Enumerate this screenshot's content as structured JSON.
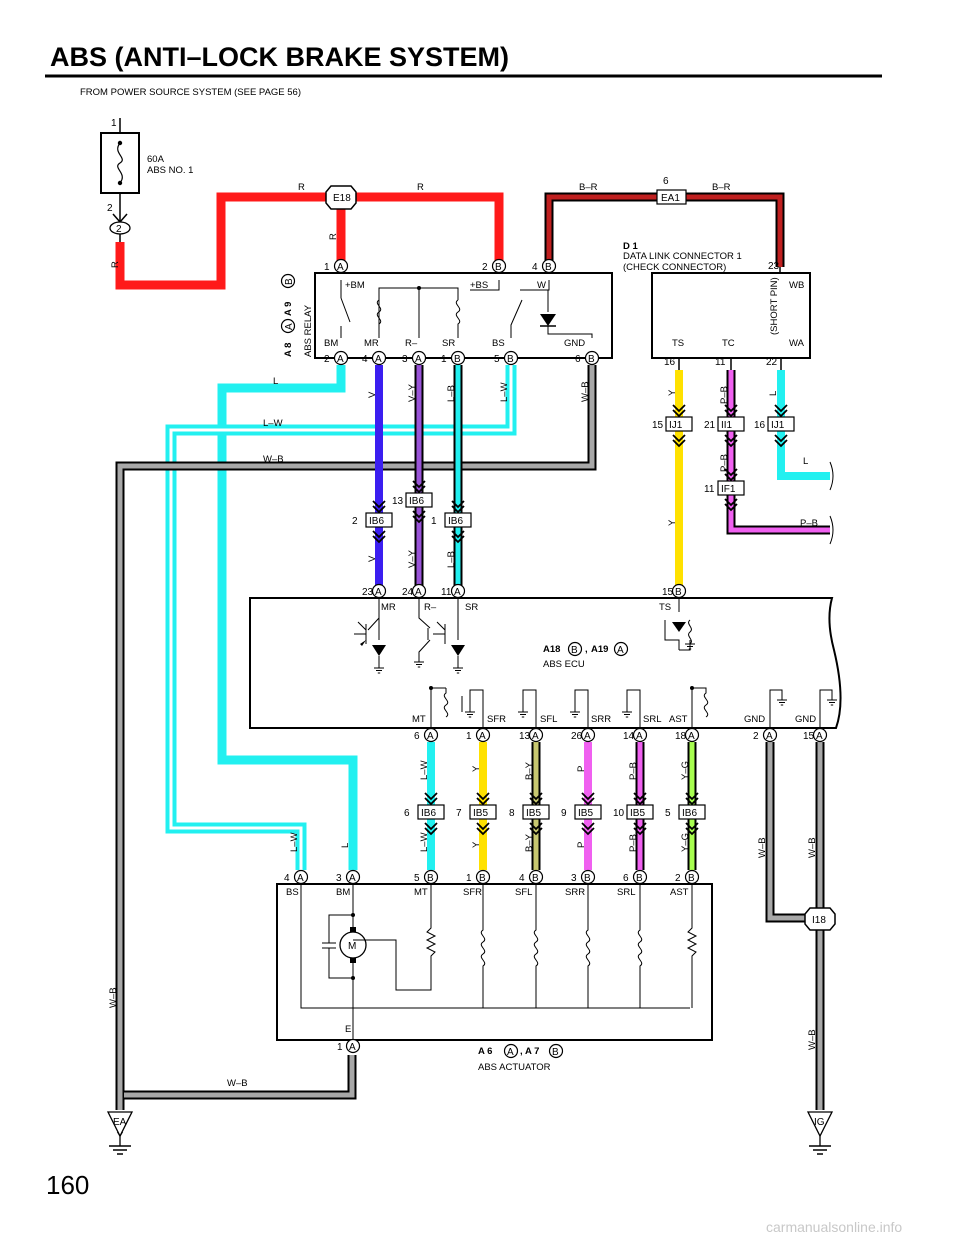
{
  "title": "ABS (ANTI–LOCK BRAKE SYSTEM)",
  "page_number": "160",
  "watermark": "carmanualsonline.info",
  "power_source_note": "FROM POWER SOURCE SYSTEM (SEE PAGE 56)",
  "colors": {
    "red": "#ff1a1a",
    "cyan": "#22f0f0",
    "blue": "#3b1ef0",
    "purple": "#9a54d8",
    "yellow": "#ffe100",
    "olive": "#c8c870",
    "pink": "#f060f0",
    "lightgreen": "#a8ff50",
    "gray": "#a8a8a8",
    "darkred": "#c02020"
  },
  "fuse": {
    "rating": "60A",
    "name": "ABS NO. 1",
    "pin_top": "1",
    "pin_bottom": "2",
    "connector": "2"
  },
  "connectors": {
    "E18": "E18",
    "EA1": "EA1",
    "EA1_pin": "6",
    "IB6": "IB6",
    "IB5": "IB5",
    "IJ1": "IJ1",
    "II1": "II1",
    "IF1": "IF1",
    "I18": "I18",
    "EA": "EA",
    "IG": "IG"
  },
  "relay": {
    "code_a": "A 8",
    "code_a_letter": "A",
    "code_b": "A 9",
    "code_b_letter": "B",
    "name": "ABS RELAY",
    "terminals_top": [
      "+BM",
      "+BS",
      "W"
    ],
    "terminals_bottom": [
      "BM",
      "MR",
      "R–",
      "SR",
      "BS",
      "GND"
    ],
    "pins_top": [
      {
        "num": "1",
        "letter": "A"
      },
      {
        "num": "2",
        "letter": "B"
      },
      {
        "num": "4",
        "letter": "B"
      }
    ],
    "pins_bottom": [
      {
        "num": "2",
        "letter": "A"
      },
      {
        "num": "4",
        "letter": "A"
      },
      {
        "num": "3",
        "letter": "A"
      },
      {
        "num": "1",
        "letter": "B"
      },
      {
        "num": "5",
        "letter": "B"
      },
      {
        "num": "6",
        "letter": "B"
      }
    ]
  },
  "dlc": {
    "code": "D 1",
    "name": "DATA LINK CONNECTOR 1",
    "sub": "(CHECK CONNECTOR)",
    "pin_top": "23",
    "terminal_top": "WB",
    "short_pin": "(SHORT PIN)",
    "terminals_bottom": [
      "TS",
      "TC",
      "WA"
    ],
    "pins_bottom": [
      "16",
      "11",
      "22"
    ]
  },
  "ecu": {
    "code_b": "A18",
    "letter_b": "B",
    "code_a": "A19",
    "letter_a": "A",
    "name": "ABS ECU",
    "terminals_top": [
      "MR",
      "R–",
      "SR",
      "TS"
    ],
    "pins_top": [
      {
        "num": "23",
        "letter": "A"
      },
      {
        "num": "24",
        "letter": "A"
      },
      {
        "num": "11",
        "letter": "A"
      },
      {
        "num": "15",
        "letter": "B"
      }
    ],
    "terminals_bottom": [
      "MT",
      "SFR",
      "SFL",
      "SRR",
      "SRL",
      "AST",
      "GND",
      "GND"
    ],
    "pins_bottom": [
      {
        "num": "6",
        "letter": "A"
      },
      {
        "num": "1",
        "letter": "A"
      },
      {
        "num": "13",
        "letter": "A"
      },
      {
        "num": "26",
        "letter": "A"
      },
      {
        "num": "14",
        "letter": "A"
      },
      {
        "num": "18",
        "letter": "A"
      },
      {
        "num": "2",
        "letter": "A"
      },
      {
        "num": "15",
        "letter": "A"
      }
    ]
  },
  "actuator": {
    "code_a": "A 6",
    "letter_a": "A",
    "code_b": "A 7",
    "letter_b": "B",
    "name": "ABS ACTUATOR",
    "terminals_top": [
      "BS",
      "BM",
      "MT",
      "SFR",
      "SFL",
      "SRR",
      "SRL",
      "AST"
    ],
    "pins_top": [
      {
        "num": "4",
        "letter": "A"
      },
      {
        "num": "3",
        "letter": "A"
      },
      {
        "num": "5",
        "letter": "B"
      },
      {
        "num": "1",
        "letter": "B"
      },
      {
        "num": "4",
        "letter": "B"
      },
      {
        "num": "3",
        "letter": "B"
      },
      {
        "num": "6",
        "letter": "B"
      },
      {
        "num": "2",
        "letter": "B"
      }
    ],
    "motor": "M",
    "ground_terminal": "E",
    "ground_pin": "1",
    "ground_letter": "A"
  },
  "mid_pins": {
    "ib6_mr": "2",
    "ib6_rm": "13",
    "ib6_sr": "1",
    "ij1_ts": "15",
    "ii1_tc": "21",
    "ij1_wa": "16",
    "if1_tc": "11",
    "ecu_out": [
      "6",
      "7",
      "8",
      "9",
      "10",
      "5"
    ]
  },
  "wires": {
    "R": "R",
    "BR": "B–R",
    "L": "L",
    "LW": "L–W",
    "WB": "W–B",
    "V": "V",
    "VY": "V–Y",
    "LB": "L–B",
    "Y": "Y",
    "PB": "P–B",
    "BY": "B–Y",
    "P": "P",
    "YG": "Y–G"
  }
}
